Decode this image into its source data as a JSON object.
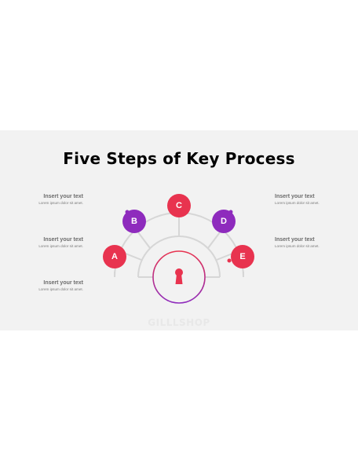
{
  "slide": {
    "title": "Five Steps of Key Process",
    "watermark": "GILLLSHOP"
  },
  "steps": [
    {
      "letter": "A",
      "color": "#e8334f"
    },
    {
      "letter": "B",
      "color": "#8e2bbd"
    },
    {
      "letter": "C",
      "color": "#e8334f"
    },
    {
      "letter": "D",
      "color": "#8e2bbd"
    },
    {
      "letter": "E",
      "color": "#e8334f"
    }
  ],
  "left_texts": [
    {
      "heading": "Insert your text",
      "body": "Lorem ipsum dolor sit amet."
    },
    {
      "heading": "Insert your text",
      "body": "Lorem ipsum dolor sit amet."
    },
    {
      "heading": "Insert your text",
      "body": "Lorem ipsum dolor sit amet."
    }
  ],
  "right_texts": [
    {
      "heading": "Insert your text",
      "body": "Lorem ipsum dolor sit amet."
    },
    {
      "heading": "Insert your text",
      "body": "Lorem ipsum dolor sit amet."
    }
  ],
  "center": {
    "icon": "keyhole-icon",
    "gradient_top": "#e8334f",
    "gradient_bottom": "#8e2bbd"
  },
  "line_color": "#d6d6d6"
}
